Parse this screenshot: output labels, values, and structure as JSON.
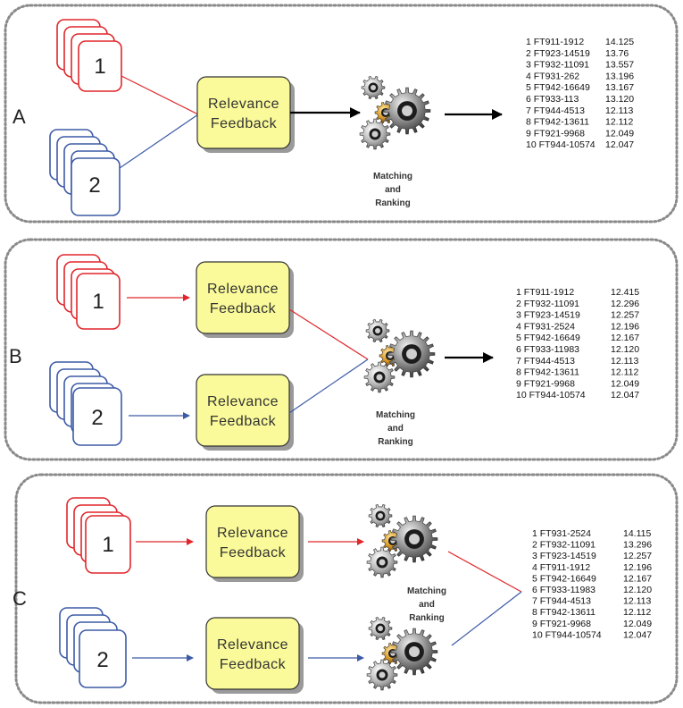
{
  "panels": [
    {
      "letter": "A",
      "doc_labels": [
        "1",
        "2"
      ],
      "relevance_feedback": [
        "Relevance",
        "Feedback"
      ],
      "matching_ranking": [
        "Matching",
        "and",
        "Ranking"
      ],
      "results": [
        {
          "doc": "1 FT911-1912",
          "score": "14.125"
        },
        {
          "doc": "2 FT923-14519",
          "score": "13.76"
        },
        {
          "doc": "3 FT932-11091",
          "score": "13.557"
        },
        {
          "doc": "4 FT931-262",
          "score": "13.196"
        },
        {
          "doc": "5 FT942-16649",
          "score": "13.167"
        },
        {
          "doc": "6 FT933-113",
          "score": "13.120"
        },
        {
          "doc": "7 FT944-4513",
          "score": "12.113"
        },
        {
          "doc": "8 FT942-13611",
          "score": "12.112"
        },
        {
          "doc": "9 FT921-9968",
          "score": "12.049"
        },
        {
          "doc": "10 FT944-10574",
          "score": "12.047"
        }
      ]
    },
    {
      "letter": "B",
      "doc_labels": [
        "1",
        "2"
      ],
      "relevance_feedback": [
        "Relevance",
        "Feedback"
      ],
      "matching_ranking": [
        "Matching",
        "and",
        "Ranking"
      ],
      "results": [
        {
          "doc": "1 FT911-1912",
          "score": "12.415"
        },
        {
          "doc": "2 FT932-11091",
          "score": "12.296"
        },
        {
          "doc": "3 FT923-14519",
          "score": "12.257"
        },
        {
          "doc": "4 FT931-2524",
          "score": "12.196"
        },
        {
          "doc": "5 FT942-16649",
          "score": "12.167"
        },
        {
          "doc": "6 FT933-11983",
          "score": "12.120"
        },
        {
          "doc": "7 FT944-4513",
          "score": "12.113"
        },
        {
          "doc": "8 FT942-13611",
          "score": "12.112"
        },
        {
          "doc": "9 FT921-9968",
          "score": "12.049"
        },
        {
          "doc": "10 FT944-10574",
          "score": "12.047"
        }
      ]
    },
    {
      "letter": "C",
      "doc_labels": [
        "1",
        "2"
      ],
      "relevance_feedback": [
        "Relevance",
        "Feedback"
      ],
      "matching_ranking": [
        "Matching",
        "and",
        "Ranking"
      ],
      "results": [
        {
          "doc": "1 FT931-2524",
          "score": "14.115"
        },
        {
          "doc": "2 FT932-11091",
          "score": "13.296"
        },
        {
          "doc": "3 FT923-14519",
          "score": "12.257"
        },
        {
          "doc": "4 FT911-1912",
          "score": "12.196"
        },
        {
          "doc": "5 FT942-16649",
          "score": "12.167"
        },
        {
          "doc": "6 FT933-11983",
          "score": "12.120"
        },
        {
          "doc": "7 FT944-4513",
          "score": "12.113"
        },
        {
          "doc": "8 FT942-13611",
          "score": "12.112"
        },
        {
          "doc": "9 FT921-9968",
          "score": "12.049"
        },
        {
          "doc": "10 FT944-10574",
          "score": "12.047"
        }
      ]
    }
  ],
  "colors": {
    "red": "#e0262b",
    "blue": "#3c5aa6",
    "feedback_fill": "#fafa9a",
    "border": "#8a8a8a"
  },
  "icons": [
    "document-stack-icon",
    "gears-icon",
    "arrow-icon"
  ]
}
